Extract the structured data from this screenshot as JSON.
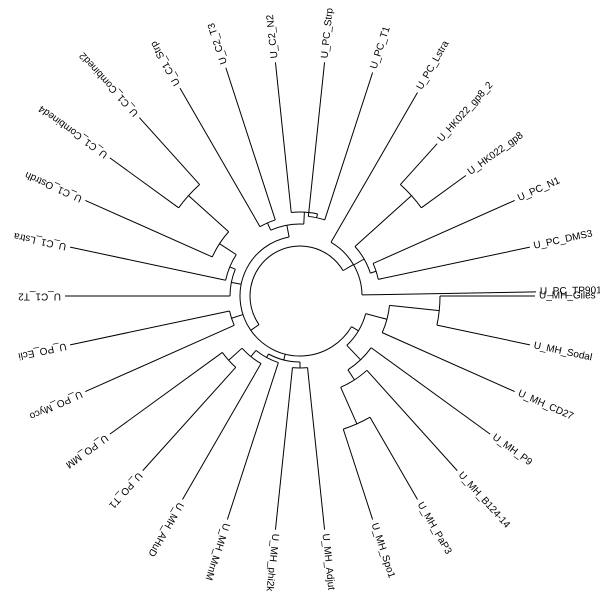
{
  "tree": {
    "leaves": [
      {
        "id": "giles",
        "label": "U_MH_Giles",
        "angle": 0
      },
      {
        "id": "sodal",
        "label": "U_MH_Sodal",
        "angle": 12
      },
      {
        "id": "cd27",
        "label": "U_MH_CD27",
        "angle": 24
      },
      {
        "id": "p9",
        "label": "U_MH_P9",
        "angle": 36
      },
      {
        "id": "b124",
        "label": "U_MH_B124-14",
        "angle": 48
      },
      {
        "id": "pap3",
        "label": "U_MH_PaP3",
        "angle": 60
      },
      {
        "id": "spo1",
        "label": "U_MH_Spo1",
        "angle": 72
      },
      {
        "id": "adjut",
        "label": "U_MH_Adjut",
        "angle": 84
      },
      {
        "id": "phi2",
        "label": "U_MH_phi2k",
        "angle": 96
      },
      {
        "id": "mrnm",
        "label": "U_MH_MrnM",
        "angle": 108
      },
      {
        "id": "ahud",
        "label": "U_MH_AHuD",
        "angle": 120
      },
      {
        "id": "pot1",
        "label": "U_PO_T1",
        "angle": 132
      },
      {
        "id": "pomm",
        "label": "U_PO_MM",
        "angle": 144
      },
      {
        "id": "pomyco",
        "label": "U_PO_Myco",
        "angle": 156
      },
      {
        "id": "poecli",
        "label": "U_PO_Ecli",
        "angle": 168
      },
      {
        "id": "c1t2",
        "label": "U_C1_T2",
        "angle": 180
      },
      {
        "id": "c1lstra",
        "label": "U_C1_Lstra",
        "angle": 192
      },
      {
        "id": "c1ostr",
        "label": "U_C1_Ostrdh",
        "angle": 204
      },
      {
        "id": "c1comb4",
        "label": "U_C1_Combined4",
        "angle": 216
      },
      {
        "id": "c1comb2",
        "label": "U_C1_Combined2",
        "angle": 228
      },
      {
        "id": "c1strp",
        "label": "U_C1_Strp",
        "angle": 240
      },
      {
        "id": "c2t3",
        "label": "U_C2_T3",
        "angle": 252
      },
      {
        "id": "c2n2",
        "label": "U_C2_N2",
        "angle": 264
      },
      {
        "id": "pcstrp",
        "label": "U_PC_Strp",
        "angle": 276
      },
      {
        "id": "pct1",
        "label": "U_PC_T1",
        "angle": 288
      },
      {
        "id": "pclstra",
        "label": "U_PC_Lstra",
        "angle": 300
      },
      {
        "id": "hk2",
        "label": "U_HK022_gp8_2",
        "angle": 312
      },
      {
        "id": "hk",
        "label": "U_HK022_gp8",
        "angle": 324
      },
      {
        "id": "pcn1",
        "label": "U_PC_N1",
        "angle": 336
      },
      {
        "id": "pcdms",
        "label": "U_PC_DMS3",
        "angle": 348
      },
      {
        "id": "pctp",
        "label": "U_PC_TP901",
        "angle": 359
      }
    ]
  }
}
